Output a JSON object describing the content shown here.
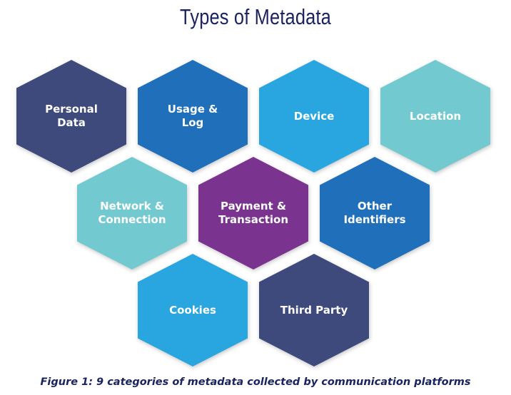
{
  "title": "Types of Metadata",
  "caption": "Figure 1: 9 categories of metadata collected by communication platforms",
  "hexagons": [
    {
      "label": "Personal\nData",
      "color": "#3e4a7b"
    },
    {
      "label": "Usage &\nLog",
      "color": "#1f6fbb"
    },
    {
      "label": "Device",
      "color": "#29a6df"
    },
    {
      "label": "Location",
      "color": "#72c9cf"
    },
    {
      "label": "Network &\nConnection",
      "color": "#72c9cf"
    },
    {
      "label": "Payment &\nTransaction",
      "color": "#7b3390"
    },
    {
      "label": "Other\nIdentifiers",
      "color": "#1f6fbb"
    },
    {
      "label": "Cookies",
      "color": "#29a6df"
    },
    {
      "label": "Third Party",
      "color": "#3e4a7b"
    }
  ]
}
